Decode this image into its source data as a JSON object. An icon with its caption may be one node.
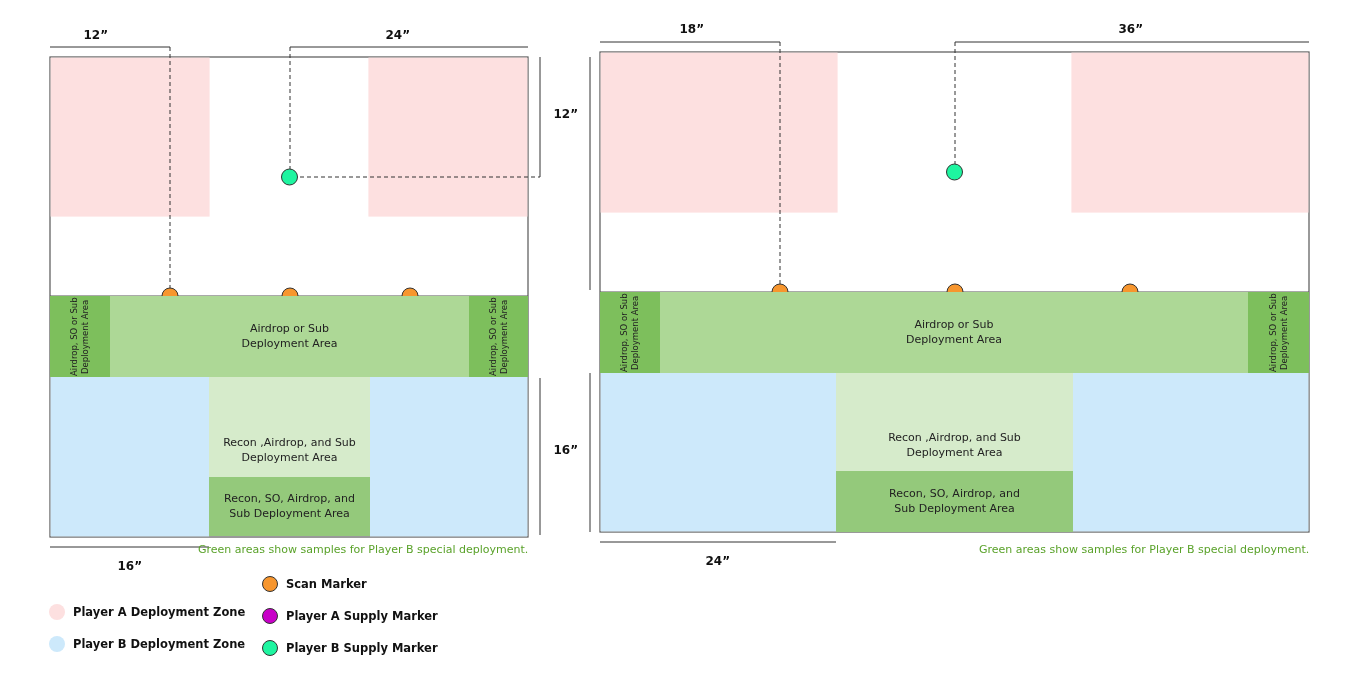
{
  "diagram": {
    "nodes": [
      {
        "text": [
          "Airdrop, SO or Sub Deployment Area"
        ]
      },
      {
        "text": [
          "Airdrop or Sub Deployment Area"
        ]
      },
      {
        "text": [
          "Airdrop, SO or Sub Deployment Area"
        ]
      },
      {
        "text": [
          "Recon ,Airdrop, and Sub Deployment Area"
        ]
      },
      {
        "text": [
          "Recon, SO, Airdrop, and Sub Deployment Area"
        ]
      },
      {
        "text": [
          "Airdrop, SO or Sub Deployment Area"
        ]
      },
      {
        "text": [
          "Airdrop or Sub Deployment Area"
        ]
      },
      {
        "text": [
          "Airdrop, SO or Sub Deployment Area"
        ]
      },
      {
        "text": [
          "Recon ,Airdrop, and Sub Deployment Area"
        ]
      },
      {
        "text": [
          "Recon, SO, Airdrop, and Sub Deployment Area"
        ]
      }
    ],
    "edges": [],
    "labels": [
      "12”",
      "24”",
      "18”",
      "36”",
      "12”",
      "16”",
      "16”",
      "Green areas show samples for Player B special deployment.",
      "24”",
      "Green areas show samples for Player B special deployment."
    ],
    "legend": [
      {
        "text": "Scan Marker",
        "color": "#f7962e"
      },
      {
        "text": "Player A Deployment Zone",
        "color": "#fde0e0"
      },
      {
        "text": "Player A Supply Marker",
        "color": "#c800c8"
      },
      {
        "text": "Player B Deployment Zone",
        "color": "#cde9fb"
      },
      {
        "text": "Player B Supply Marker",
        "color": "#1ef5a0"
      }
    ]
  }
}
